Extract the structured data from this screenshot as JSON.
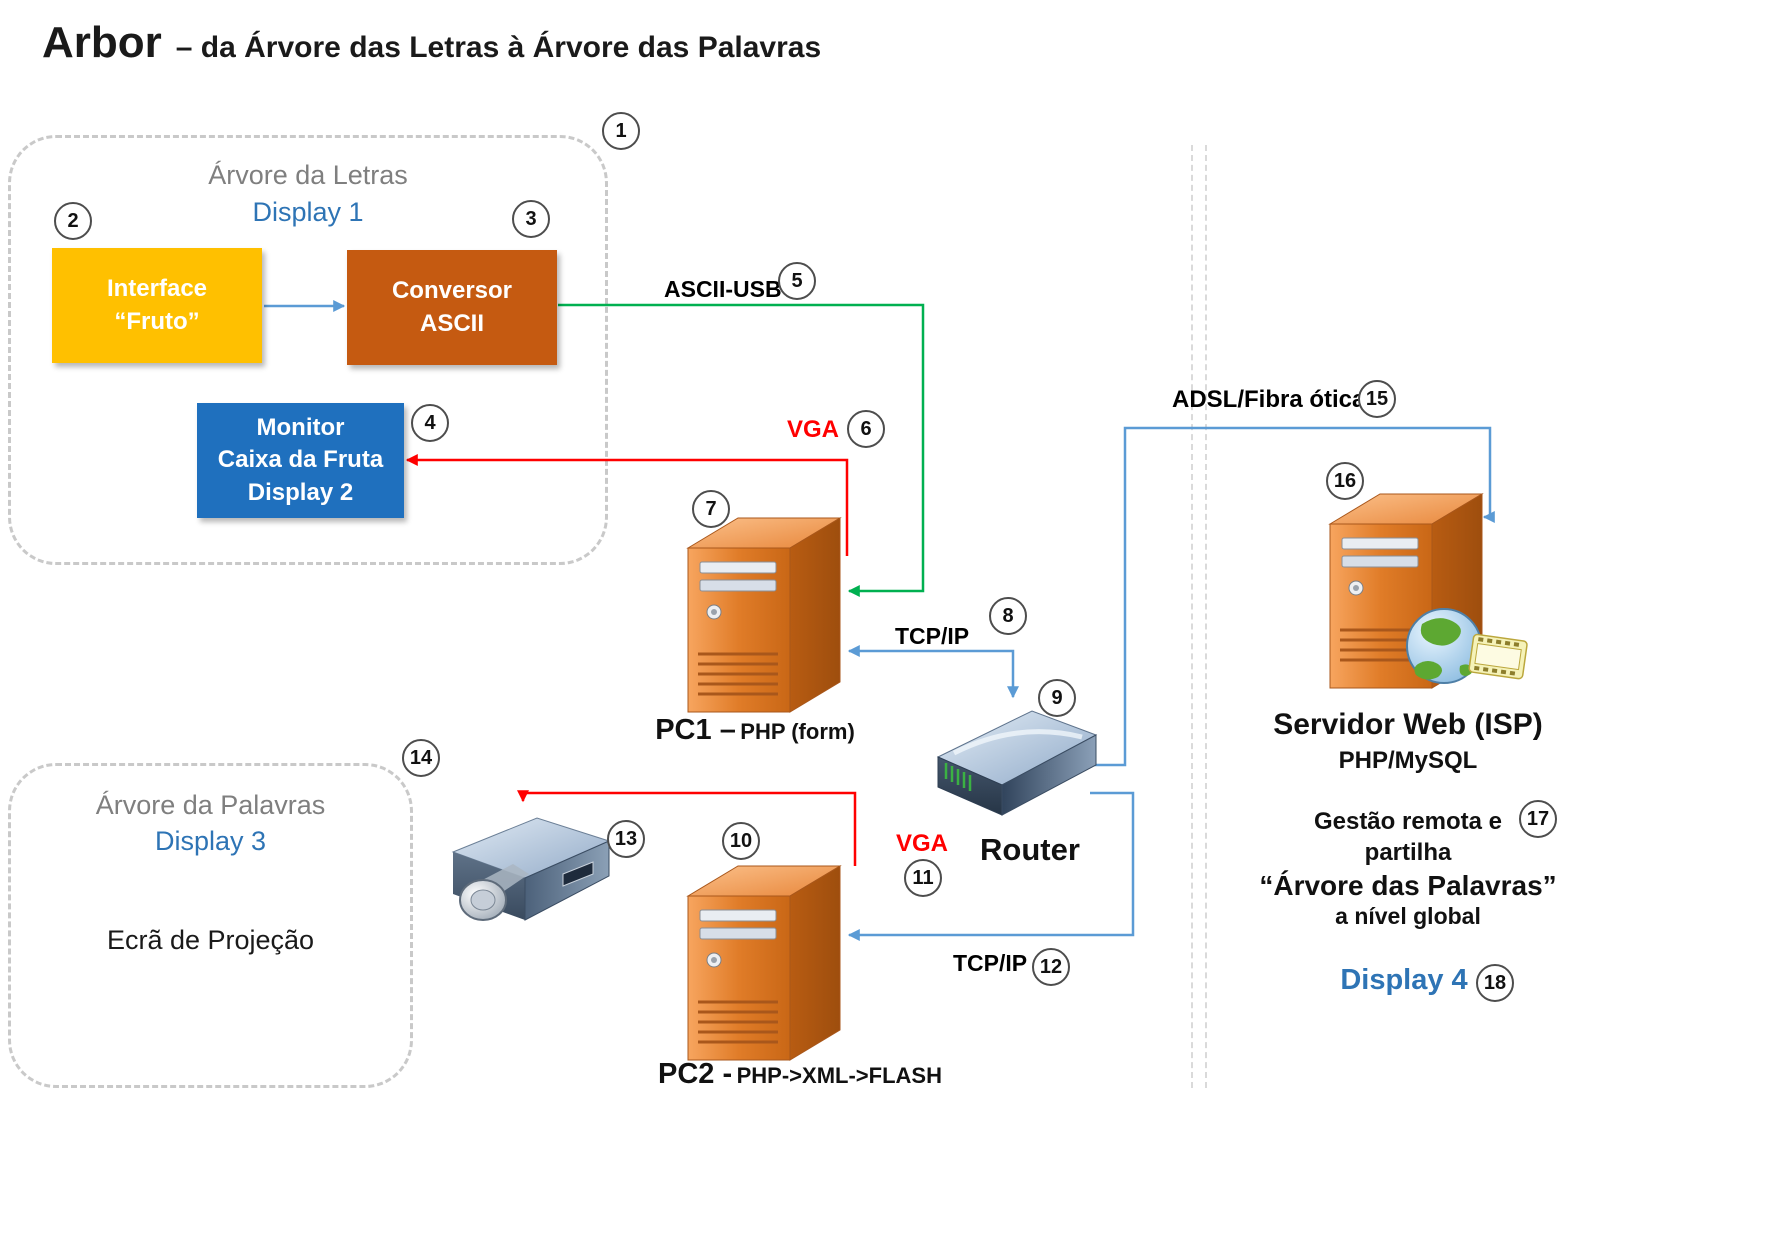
{
  "title": {
    "main": "Arbor",
    "subtitle": "– da Árvore das Letras à Árvore das Palavras"
  },
  "letters_group": {
    "title": "Árvore da Letras",
    "display": "Display 1"
  },
  "words_group": {
    "title": "Árvore da Palavras",
    "display": "Display 3",
    "screen": "Ecrã de Projeção"
  },
  "boxes": {
    "interface": "Interface\n“Fruto”",
    "conversor": "Conversor\nASCII",
    "monitor": "Monitor\nCaixa da Fruta\nDisplay 2"
  },
  "links": {
    "ascii_usb": "ASCII-USB",
    "vga1": "VGA",
    "vga2": "VGA",
    "tcpip1": "TCP/IP",
    "tcpip2": "TCP/IP",
    "adsl": "ADSL/Fibra ótica"
  },
  "devices": {
    "pc1_name": "PC1 –",
    "pc1_tech": "PHP (form)",
    "pc2_name": "PC2 -",
    "pc2_tech": "PHP->XML->FLASH",
    "router": "Router",
    "server_title": "Servidor Web (ISP)",
    "server_stack": "PHP/MySQL",
    "server_line1": "Gestão remota e",
    "server_line2": "partilha",
    "server_line3": "“Árvore das Palavras”",
    "server_line4": "a nível global",
    "server_display": "Display 4"
  },
  "badges": {
    "b1": "1",
    "b2": "2",
    "b3": "3",
    "b4": "4",
    "b5": "5",
    "b6": "6",
    "b7": "7",
    "b8": "8",
    "b9": "9",
    "b10": "10",
    "b11": "11",
    "b12": "12",
    "b13": "13",
    "b14": "14",
    "b15": "15",
    "b16": "16",
    "b17": "17",
    "b18": "18"
  },
  "colors": {
    "interface_box": "#FFC000",
    "conversor_box": "#C55A11",
    "monitor_box": "#1F70BE",
    "group_title_text": "#7F7F7F",
    "display_text": "#2E74B5",
    "line_blue": "#5B9BD5",
    "line_green": "#00B050",
    "line_red": "#FF0000"
  }
}
